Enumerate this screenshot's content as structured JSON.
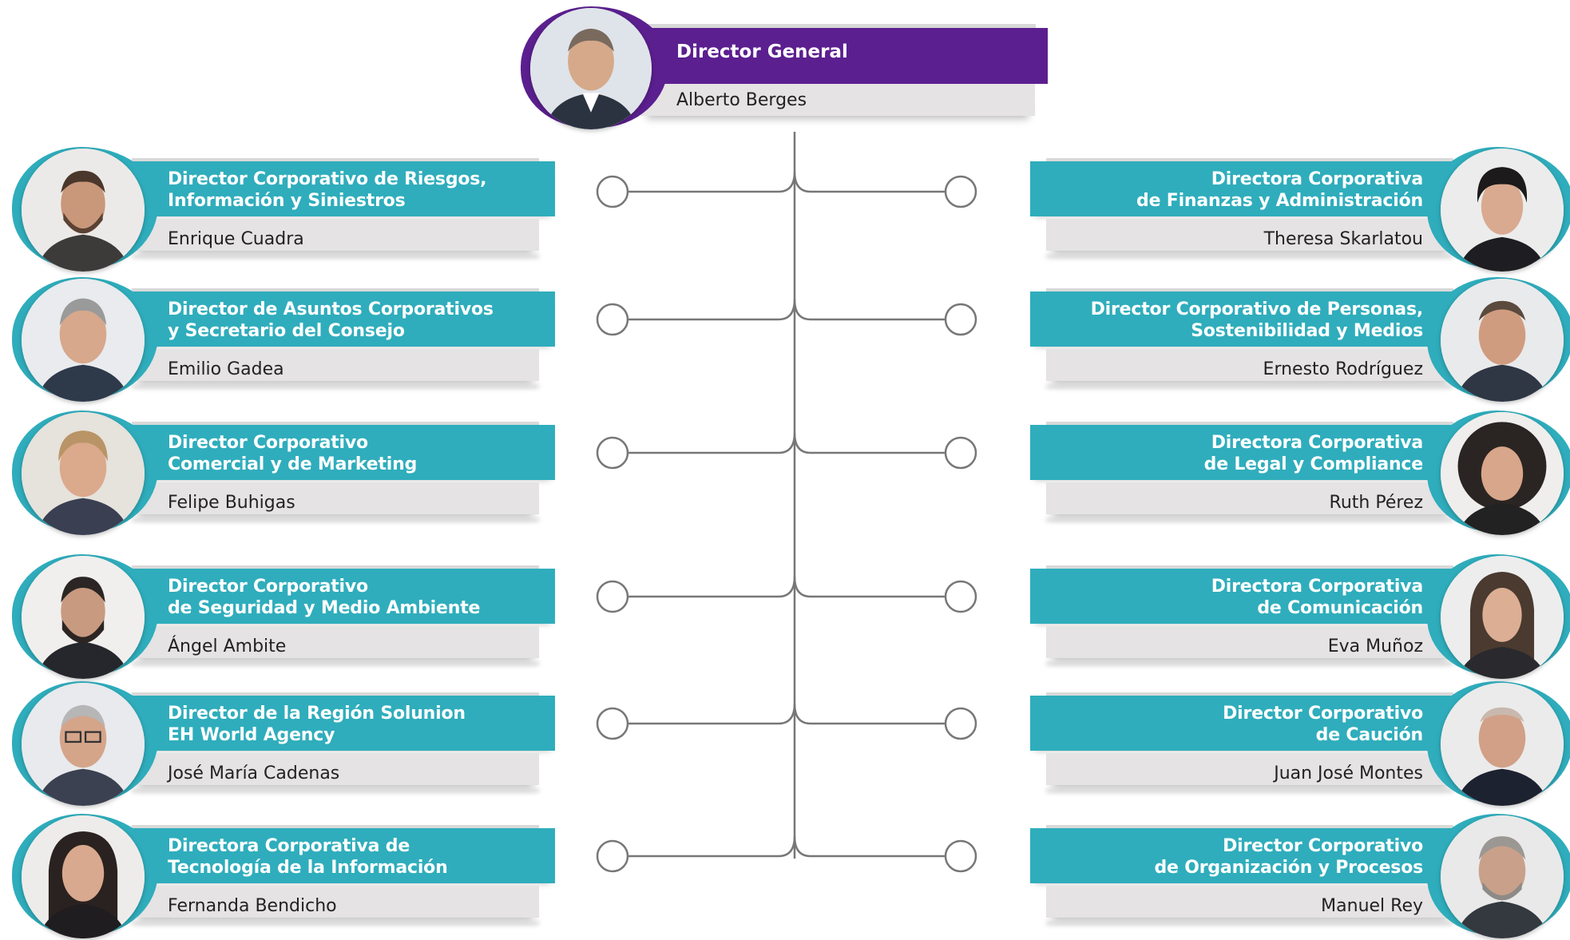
{
  "colors": {
    "teal": "#2fadbc",
    "purple": "#5b1f8f",
    "grey_bar": "#e5e3e4",
    "connector": "#777777"
  },
  "top": {
    "title": "Director General",
    "name": "Alberto Berges"
  },
  "left": [
    {
      "title": "Director Corporativo de Riesgos,\nInformación y Siniestros",
      "name": "Enrique Cuadra"
    },
    {
      "title": "Director de Asuntos Corporativos\ny Secretario del Consejo",
      "name": "Emilio Gadea"
    },
    {
      "title": "Director Corporativo\nComercial y de Marketing",
      "name": "Felipe Buhigas"
    },
    {
      "title": "Director Corporativo\nde Seguridad y Medio Ambiente",
      "name": "Ángel Ambite"
    },
    {
      "title": "Director de la Región Solunion\nEH World Agency",
      "name": "José María Cadenas"
    },
    {
      "title": "Directora Corporativa de\nTecnología de la Información",
      "name": "Fernanda Bendicho"
    }
  ],
  "right": [
    {
      "title": "Directora Corporativa\nde Finanzas y Administración",
      "name": "Theresa Skarlatou"
    },
    {
      "title": "Director Corporativo de Personas,\nSostenibilidad y Medios",
      "name": "Ernesto Rodríguez"
    },
    {
      "title": "Directora Corporativa\nde Legal y Compliance",
      "name": "Ruth Pérez"
    },
    {
      "title": "Directora Corporativa\nde Comunicación",
      "name": "Eva Muñoz"
    },
    {
      "title": "Director Corporativo\nde Caución",
      "name": "Juan José Montes"
    },
    {
      "title": "Director Corporativo\nde Organización y Procesos",
      "name": "Manuel Rey"
    }
  ]
}
